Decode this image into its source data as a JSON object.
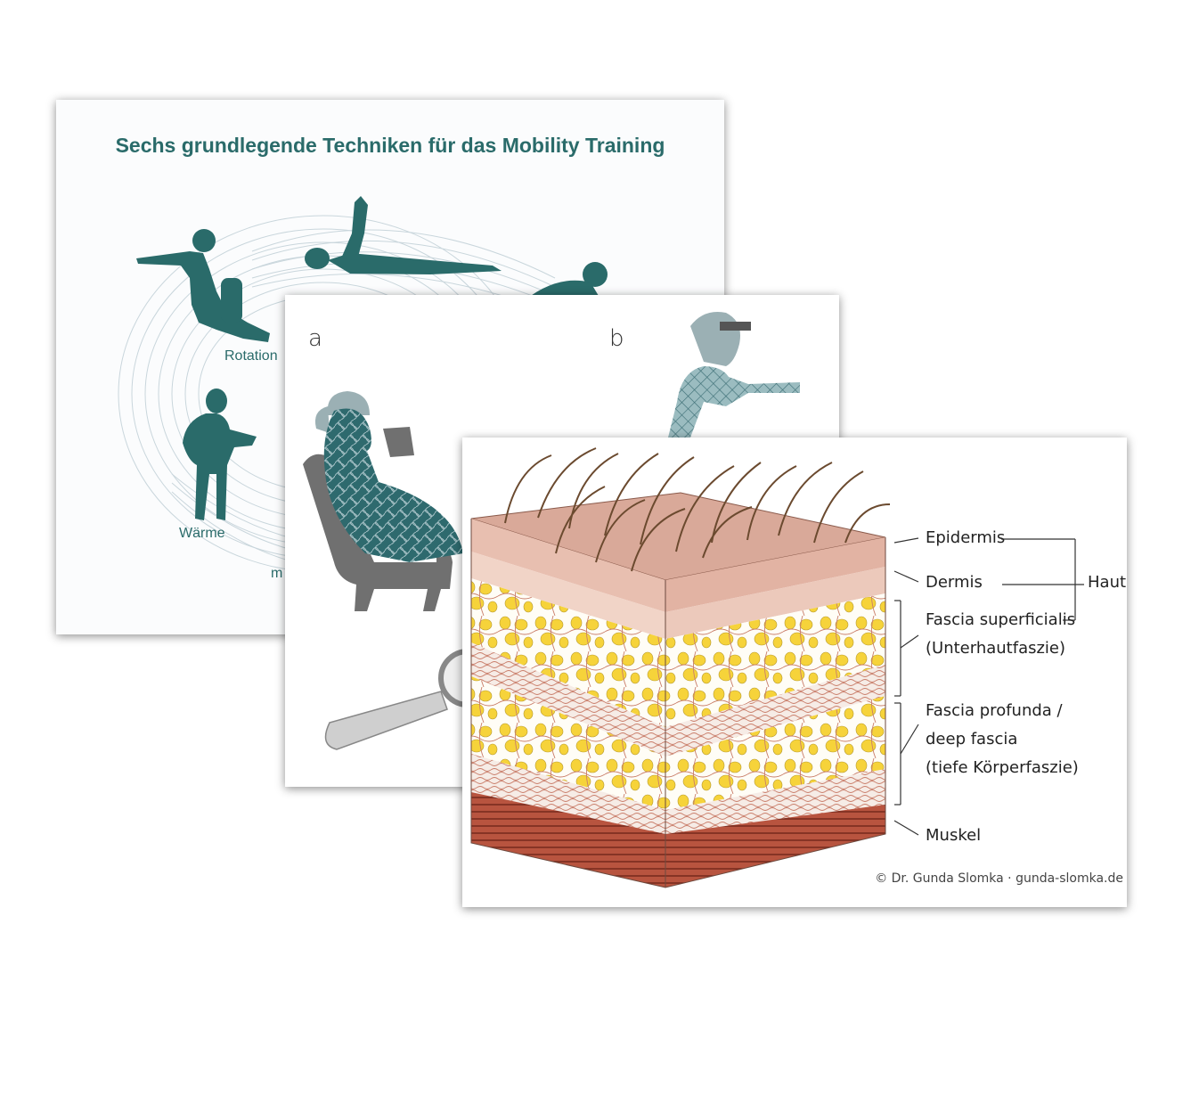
{
  "card1": {
    "title": "Sechs grundlegende Techniken für das Mobility Training",
    "labels": {
      "rotation": "Rotation",
      "waerme": "Wärme",
      "partial": "m"
    }
  },
  "card2": {
    "letter_a": "a",
    "letter_b": "b"
  },
  "card3": {
    "labels": {
      "epidermis": "Epidermis",
      "dermis": "Dermis",
      "haut": "Haut",
      "fascia_sup_1": "Fascia superficialis",
      "fascia_sup_2": "(Unterhautfaszie)",
      "fascia_prof_1": "Fascia profunda /",
      "fascia_prof_2": "deep fascia",
      "fascia_prof_3": "(tiefe Körperfaszie)",
      "muskel": "Muskel"
    },
    "credit": "© Dr. Gunda Slomka · gunda-slomka.de"
  },
  "colors": {
    "teal": "#2a6b6a",
    "skin_top": "#d9a999",
    "dermis": "#f1d4c7",
    "fat": "#f6d33a",
    "fiber": "#c97d69",
    "muscle": "#b8543f",
    "chair": "#707070"
  }
}
